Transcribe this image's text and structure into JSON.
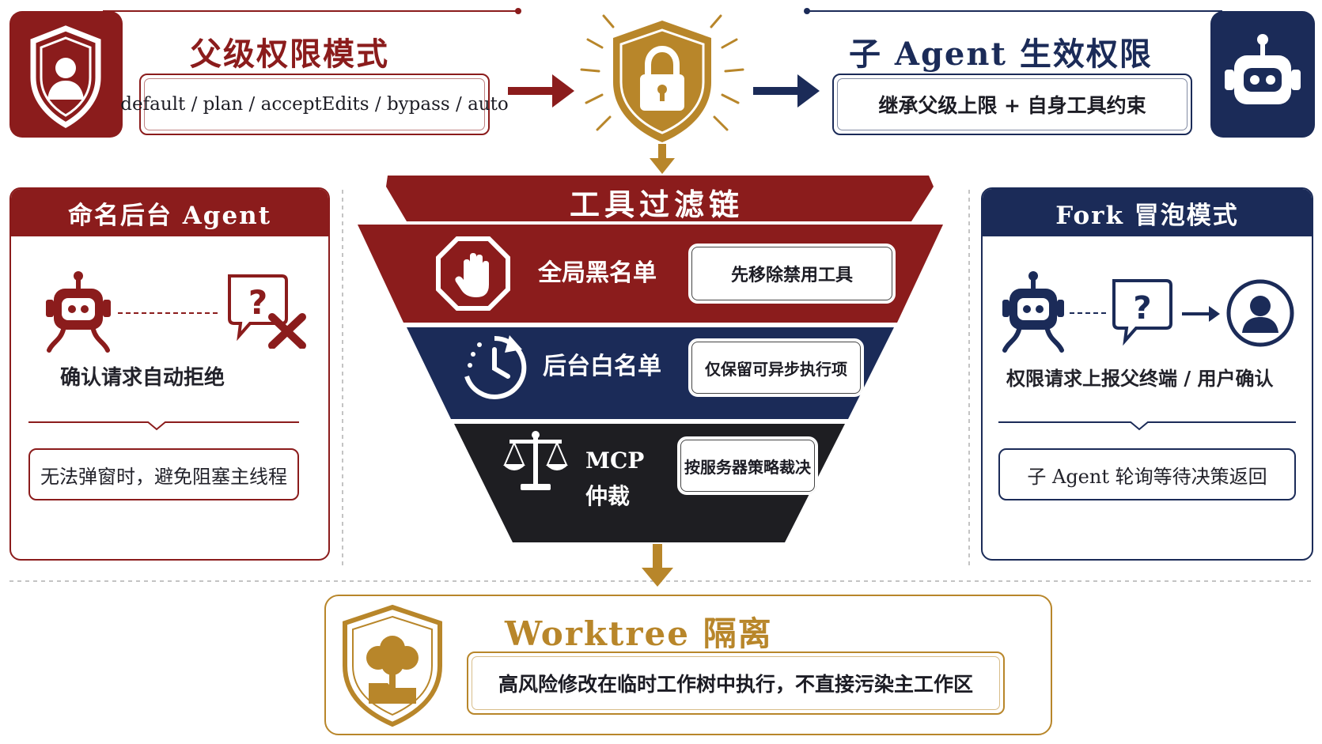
{
  "parent": {
    "title": "父级权限模式",
    "modes": "default / plan / acceptEdits / bypass / auto"
  },
  "child": {
    "title": "子 Agent 生效权限",
    "desc": "继承父级上限 + 自身工具约束"
  },
  "funnel": {
    "title": "工具过滤链",
    "stages": [
      {
        "label": "全局黑名单",
        "note": "先移除禁用工具"
      },
      {
        "label": "后台白名单",
        "note": "仅保留可异步执行项"
      },
      {
        "label_line1": "MCP",
        "label_line2": "仲裁",
        "note": "按服务器策略裁决"
      }
    ]
  },
  "left_panel": {
    "title": "命名后台 Agent",
    "text": "确认请求自动拒绝",
    "note": "无法弹窗时，避免阻塞主线程"
  },
  "right_panel": {
    "title": "Fork 冒泡模式",
    "text": "权限请求上报父终端 / 用户确认",
    "note": "子 Agent 轮询等待决策返回"
  },
  "worktree": {
    "title": "Worktree 隔离",
    "desc": "高风险修改在临时工作树中执行，不直接污染主工作区"
  },
  "colors": {
    "red": "#8b1c1c",
    "navy": "#1b2b58",
    "black": "#1e1e22",
    "gold": "#b8862a"
  }
}
